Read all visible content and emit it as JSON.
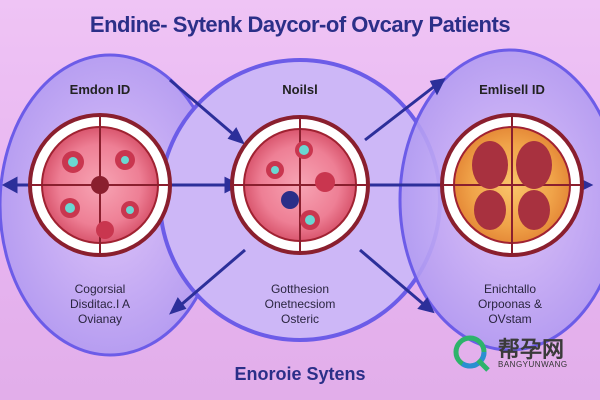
{
  "title": "Endine- Sytenk Daycor-of Ovcary Patients",
  "panels": [
    {
      "title": "Emdon ID",
      "caption": [
        "Cogorsial",
        "Disditac.I A",
        "Ovianay"
      ]
    },
    {
      "title": "Noilsl",
      "caption": [
        "Gotthesion",
        "Onetnecsiom",
        "Osteric"
      ]
    },
    {
      "title": "Emlisell ID",
      "caption": [
        "Enichtallo",
        "Orpoonas &",
        "OVstam"
      ]
    }
  ],
  "footer": "Enoroie Sytens",
  "watermark": {
    "brand": "帮孕网",
    "sub": "BANGYUNWANG"
  },
  "colors": {
    "title": "#2b2f88",
    "ring": "#8a1f2e",
    "arrow": "#2c2f9a",
    "ellipse": "#6c5ce8"
  }
}
